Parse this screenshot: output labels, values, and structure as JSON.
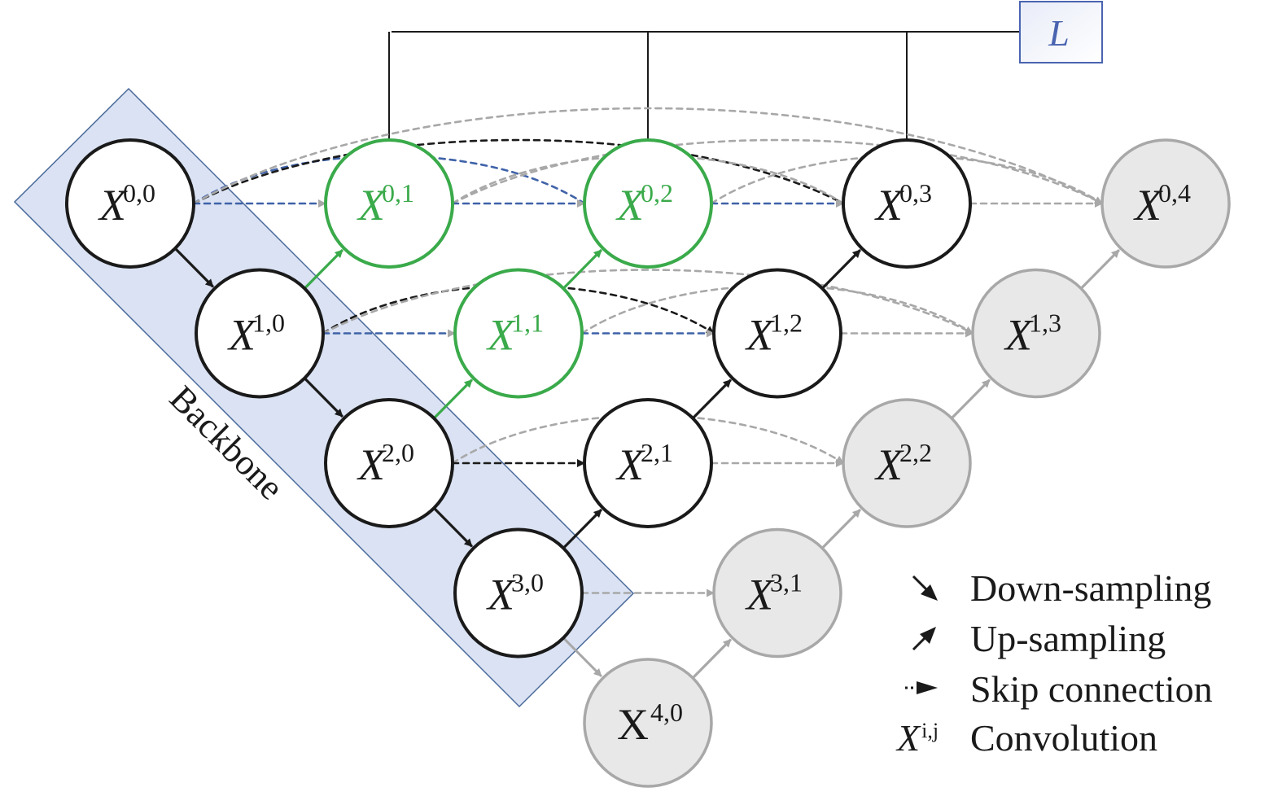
{
  "loss_box": {
    "label": "L"
  },
  "backbone": {
    "label": "Backbone"
  },
  "colors": {
    "black": "#1a1a1a",
    "green": "#3aaa4a",
    "gray_stroke": "#a8a8a8",
    "gray_fill": "#e8e8e8",
    "blue_dash": "#3f62a8",
    "light_blue_dash": "#b9c6e4",
    "backbone_fill": "#dae2f3",
    "backbone_stroke": "#4a6a9a",
    "loss_stroke": "#4a64b0",
    "loss_text": "#4a64b0",
    "gray_dash": "#a8a8a8",
    "light_gray_dash": "#d8d8d8"
  },
  "nodes": [
    {
      "id": "X00",
      "i": 0,
      "j": 0,
      "label": "X",
      "sup": "0,0",
      "style": "black",
      "italic": true
    },
    {
      "id": "X10",
      "i": 1,
      "j": 0,
      "label": "X",
      "sup": "1,0",
      "style": "black",
      "italic": true
    },
    {
      "id": "X20",
      "i": 2,
      "j": 0,
      "label": "X",
      "sup": "2,0",
      "style": "black",
      "italic": true
    },
    {
      "id": "X30",
      "i": 3,
      "j": 0,
      "label": "X",
      "sup": "3,0",
      "style": "black",
      "italic": true
    },
    {
      "id": "X40",
      "i": 4,
      "j": 0,
      "label": "X",
      "sup": "4,0",
      "style": "gray",
      "italic": false
    },
    {
      "id": "X01",
      "i": 0,
      "j": 1,
      "label": "X",
      "sup": "0,1",
      "style": "green",
      "italic": true
    },
    {
      "id": "X11",
      "i": 1,
      "j": 1,
      "label": "X",
      "sup": "1,1",
      "style": "green",
      "italic": true
    },
    {
      "id": "X21",
      "i": 2,
      "j": 1,
      "label": "X",
      "sup": "2,1",
      "style": "black",
      "italic": true
    },
    {
      "id": "X31",
      "i": 3,
      "j": 1,
      "label": "X",
      "sup": "3,1",
      "style": "gray",
      "italic": true
    },
    {
      "id": "X02",
      "i": 0,
      "j": 2,
      "label": "X",
      "sup": "0,2",
      "style": "green",
      "italic": true
    },
    {
      "id": "X12",
      "i": 1,
      "j": 2,
      "label": "X",
      "sup": "1,2",
      "style": "black",
      "italic": true
    },
    {
      "id": "X22",
      "i": 2,
      "j": 2,
      "label": "X",
      "sup": "2,2",
      "style": "gray",
      "italic": true
    },
    {
      "id": "X03",
      "i": 0,
      "j": 3,
      "label": "X",
      "sup": "0,3",
      "style": "black",
      "italic": true
    },
    {
      "id": "X13",
      "i": 1,
      "j": 3,
      "label": "X",
      "sup": "1,3",
      "style": "gray",
      "italic": true
    },
    {
      "id": "X04",
      "i": 0,
      "j": 4,
      "label": "X",
      "sup": "0,4",
      "style": "gray",
      "italic": true
    }
  ],
  "down_edges": [
    {
      "from": "X00",
      "to": "X10",
      "style": "black"
    },
    {
      "from": "X10",
      "to": "X20",
      "style": "black"
    },
    {
      "from": "X20",
      "to": "X30",
      "style": "black"
    },
    {
      "from": "X30",
      "to": "X40",
      "style": "gray"
    }
  ],
  "up_edges": [
    {
      "from": "X10",
      "to": "X01",
      "style": "green"
    },
    {
      "from": "X20",
      "to": "X11",
      "style": "green"
    },
    {
      "from": "X11",
      "to": "X02",
      "style": "green"
    },
    {
      "from": "X30",
      "to": "X21",
      "style": "black"
    },
    {
      "from": "X21",
      "to": "X12",
      "style": "black"
    },
    {
      "from": "X12",
      "to": "X03",
      "style": "black"
    },
    {
      "from": "X40",
      "to": "X31",
      "style": "gray"
    },
    {
      "from": "X31",
      "to": "X22",
      "style": "gray"
    },
    {
      "from": "X22",
      "to": "X13",
      "style": "gray"
    },
    {
      "from": "X13",
      "to": "X04",
      "style": "gray"
    }
  ],
  "skip_edges": [
    {
      "from": "X00",
      "to": "X01",
      "style": "blue",
      "head": "gray",
      "arc": 0
    },
    {
      "from": "X01",
      "to": "X02",
      "style": "blue",
      "head": "gray",
      "arc": 0
    },
    {
      "from": "X00",
      "to": "X02",
      "style": "blue",
      "head": "none",
      "arc": 60
    },
    {
      "from": "X02",
      "to": "X03",
      "style": "blue",
      "head": "gray",
      "arc": 0
    },
    {
      "from": "X00",
      "to": "X03",
      "style": "black",
      "head": "none",
      "arc": 80
    },
    {
      "from": "X01",
      "to": "X03",
      "style": "gray",
      "head": "none",
      "arc": 60
    },
    {
      "from": "X03",
      "to": "X04",
      "style": "gray",
      "head": "gray",
      "arc": 0
    },
    {
      "from": "X00",
      "to": "X04",
      "style": "gray",
      "head": "gray",
      "arc": 120
    },
    {
      "from": "X01",
      "to": "X04",
      "style": "gray",
      "head": "none",
      "arc": 80
    },
    {
      "from": "X02",
      "to": "X04",
      "style": "gray",
      "head": "none",
      "arc": 60
    },
    {
      "from": "X10",
      "to": "X11",
      "style": "blue",
      "head": "gray",
      "arc": 0
    },
    {
      "from": "X10",
      "to": "X12",
      "style": "black",
      "head": "black",
      "arc": 60
    },
    {
      "from": "X11",
      "to": "X12",
      "style": "blue",
      "head": "gray",
      "arc": 0
    },
    {
      "from": "X12",
      "to": "X13",
      "style": "gray",
      "head": "gray",
      "arc": 0
    },
    {
      "from": "X10",
      "to": "X13",
      "style": "gray",
      "head": "gray",
      "arc": 80
    },
    {
      "from": "X11",
      "to": "X13",
      "style": "gray",
      "head": "none",
      "arc": 60
    },
    {
      "from": "X20",
      "to": "X21",
      "style": "black",
      "head": "black",
      "arc": 0
    },
    {
      "from": "X21",
      "to": "X22",
      "style": "gray",
      "head": "gray",
      "arc": 0
    },
    {
      "from": "X20",
      "to": "X22",
      "style": "gray",
      "head": "gray",
      "arc": 60
    },
    {
      "from": "X30",
      "to": "X31",
      "style": "gray",
      "head": "gray",
      "arc": 0
    }
  ],
  "loss_connections": [
    "X01",
    "X02",
    "X03"
  ],
  "legend": [
    {
      "symbol": "down-arrow",
      "label": "Down-sampling"
    },
    {
      "symbol": "up-arrow",
      "label": "Up-sampling"
    },
    {
      "symbol": "skip-arrow",
      "label": "Skip connection"
    },
    {
      "symbol": "conv",
      "symbol_text": "X",
      "symbol_sup": "i,j",
      "label": "Convolution"
    }
  ]
}
